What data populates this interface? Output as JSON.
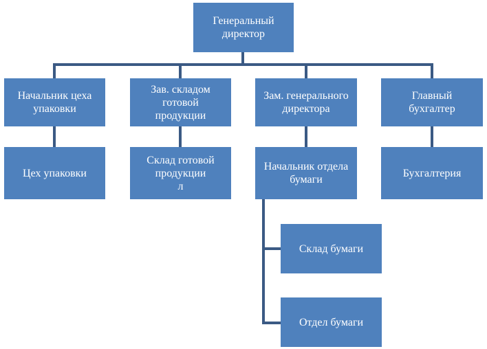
{
  "colors": {
    "box_fill": "#4f81bd",
    "box_text": "#ffffff",
    "connector": "#3b5a84"
  },
  "nodes": {
    "ceo": [
      "Генеральный",
      "директор"
    ],
    "packaging_head": [
      "Начальник цеха",
      "упаковки"
    ],
    "warehouse_head": [
      "Зав. складом",
      "готовой",
      "продукции"
    ],
    "deputy_director": [
      "Зам. генерального",
      "директора"
    ],
    "chief_accountant": [
      "Главный",
      "бухгалтер"
    ],
    "packaging_shop": [
      "Цех упаковки"
    ],
    "finished_goods_warehouse": [
      "Склад готовой",
      "продукции",
      "л"
    ],
    "paper_dept_head": [
      "Начальник отдела",
      "бумаги"
    ],
    "accounting": [
      "Бухгалтерия"
    ],
    "paper_warehouse": [
      "Склад бумаги"
    ],
    "paper_dept": [
      "Отдел бумаги"
    ]
  }
}
